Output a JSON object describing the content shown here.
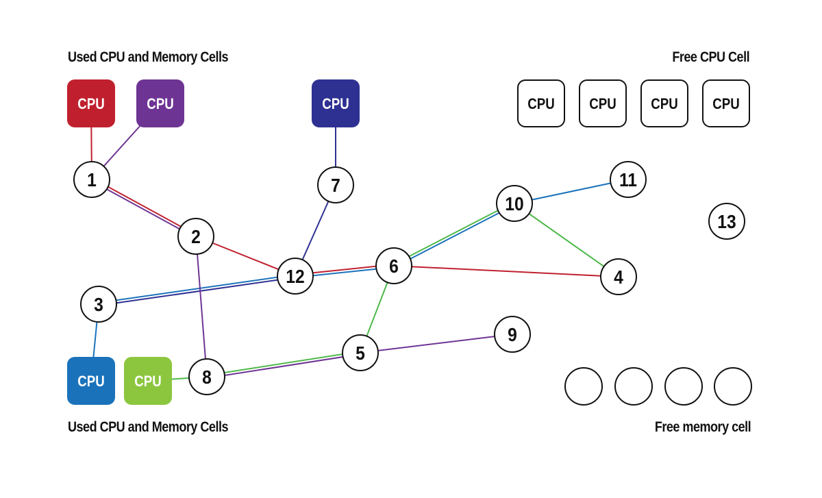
{
  "captions": {
    "top_left": "Used CPU and Memory Cells",
    "top_right": "Free CPU Cell",
    "bottom_left": "Used CPU and Memory Cells",
    "bottom_right": "Free memory cell"
  },
  "cpu_label": "CPU",
  "colors": {
    "red": "#c0202e",
    "purple": "#6e3494",
    "navy": "#2e3192",
    "blue": "#1a72bb",
    "green": "#4db848",
    "light_green": "#8cc63f"
  },
  "used_cpus": [
    {
      "id": "cpu-red",
      "label": "CPU",
      "color": "#c0202e"
    },
    {
      "id": "cpu-purple",
      "label": "CPU",
      "color": "#6e3494"
    },
    {
      "id": "cpu-navy",
      "label": "CPU",
      "color": "#2e3192"
    },
    {
      "id": "cpu-blue",
      "label": "CPU",
      "color": "#1a72bb"
    },
    {
      "id": "cpu-green",
      "label": "CPU",
      "color": "#8cc63f"
    }
  ],
  "free_cpus": [
    "CPU",
    "CPU",
    "CPU",
    "CPU"
  ],
  "free_memory_cells": 4,
  "nodes": [
    "1",
    "2",
    "3",
    "4",
    "5",
    "6",
    "7",
    "8",
    "9",
    "10",
    "11",
    "12",
    "13"
  ],
  "links": [
    {
      "from": "cpu-red",
      "to": "1",
      "color": "red"
    },
    {
      "from": "cpu-purple",
      "to": "1",
      "color": "purple"
    },
    {
      "from": "1",
      "to": "2",
      "color": "red"
    },
    {
      "from": "1",
      "to": "2",
      "color": "purple"
    },
    {
      "from": "2",
      "to": "12",
      "color": "red"
    },
    {
      "from": "12",
      "to": "6",
      "color": "red"
    },
    {
      "from": "6",
      "to": "4",
      "color": "red"
    },
    {
      "from": "cpu-navy",
      "to": "7",
      "color": "navy"
    },
    {
      "from": "7",
      "to": "12",
      "color": "navy"
    },
    {
      "from": "12",
      "to": "3",
      "color": "navy"
    },
    {
      "from": "3",
      "to": "12",
      "color": "blue"
    },
    {
      "from": "12",
      "to": "6",
      "color": "blue"
    },
    {
      "from": "6",
      "to": "10",
      "color": "blue"
    },
    {
      "from": "10",
      "to": "11",
      "color": "blue"
    },
    {
      "from": "3",
      "to": "cpu-blue",
      "color": "blue"
    },
    {
      "from": "2",
      "to": "8",
      "color": "purple"
    },
    {
      "from": "8",
      "to": "5",
      "color": "purple"
    },
    {
      "from": "5",
      "to": "9",
      "color": "purple"
    },
    {
      "from": "cpu-green",
      "to": "8",
      "color": "green"
    },
    {
      "from": "8",
      "to": "5",
      "color": "green"
    },
    {
      "from": "5",
      "to": "6",
      "color": "green"
    },
    {
      "from": "6",
      "to": "10",
      "color": "green"
    },
    {
      "from": "10",
      "to": "4",
      "color": "green"
    }
  ]
}
